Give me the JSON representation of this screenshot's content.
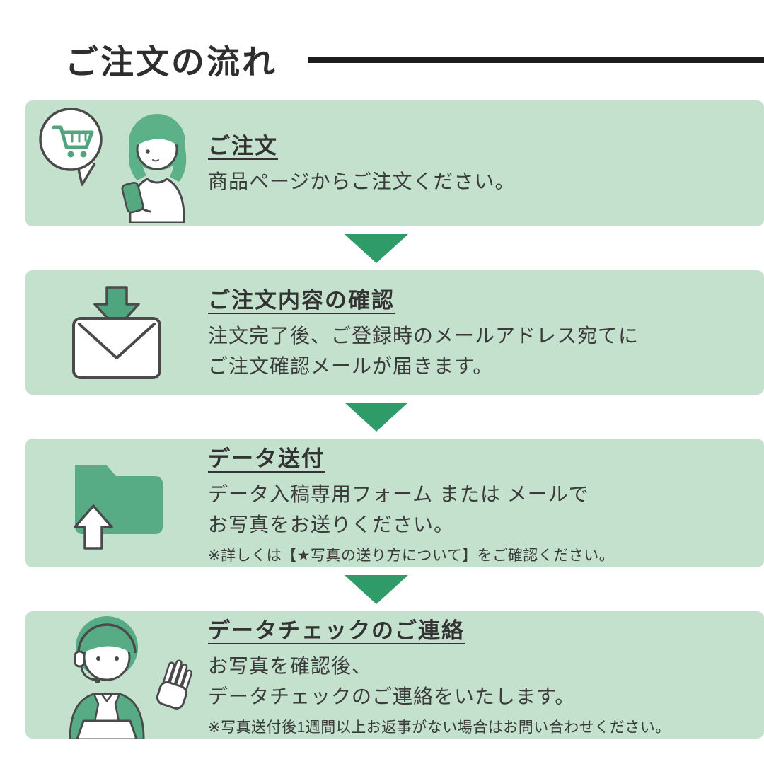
{
  "header": {
    "title": "ご注文の流れ"
  },
  "steps": [
    {
      "icon": "cart-phone-icon",
      "title": "ご注文",
      "lines": [
        "商品ページからご注文ください。"
      ]
    },
    {
      "icon": "mail-receive-icon",
      "title": "ご注文内容の確認",
      "lines": [
        "注文完了後、ご登録時のメールアドレス宛てに",
        "ご注文確認メールが届きます。"
      ]
    },
    {
      "icon": "folder-upload-icon",
      "title": "データ送付",
      "lines": [
        "データ入稿専用フォーム または メールで",
        "お写真をお送りください。"
      ],
      "note": "※詳しくは【★写真の送り方について】をご確認ください。"
    },
    {
      "icon": "support-agent-icon",
      "title": "データチェックのご連絡",
      "lines": [
        "お写真を確認後、",
        "データチェックのご連絡をいたします。"
      ],
      "note": "※写真送付後1週間以上お返事がない場合はお問い合わせください。"
    }
  ],
  "colors": {
    "box_bg": "#c4e1ce",
    "arrow_green": "#2e9b68",
    "accent_green": "#57ab85",
    "outline": "#4a4a4a",
    "text": "#3b3b3b"
  }
}
